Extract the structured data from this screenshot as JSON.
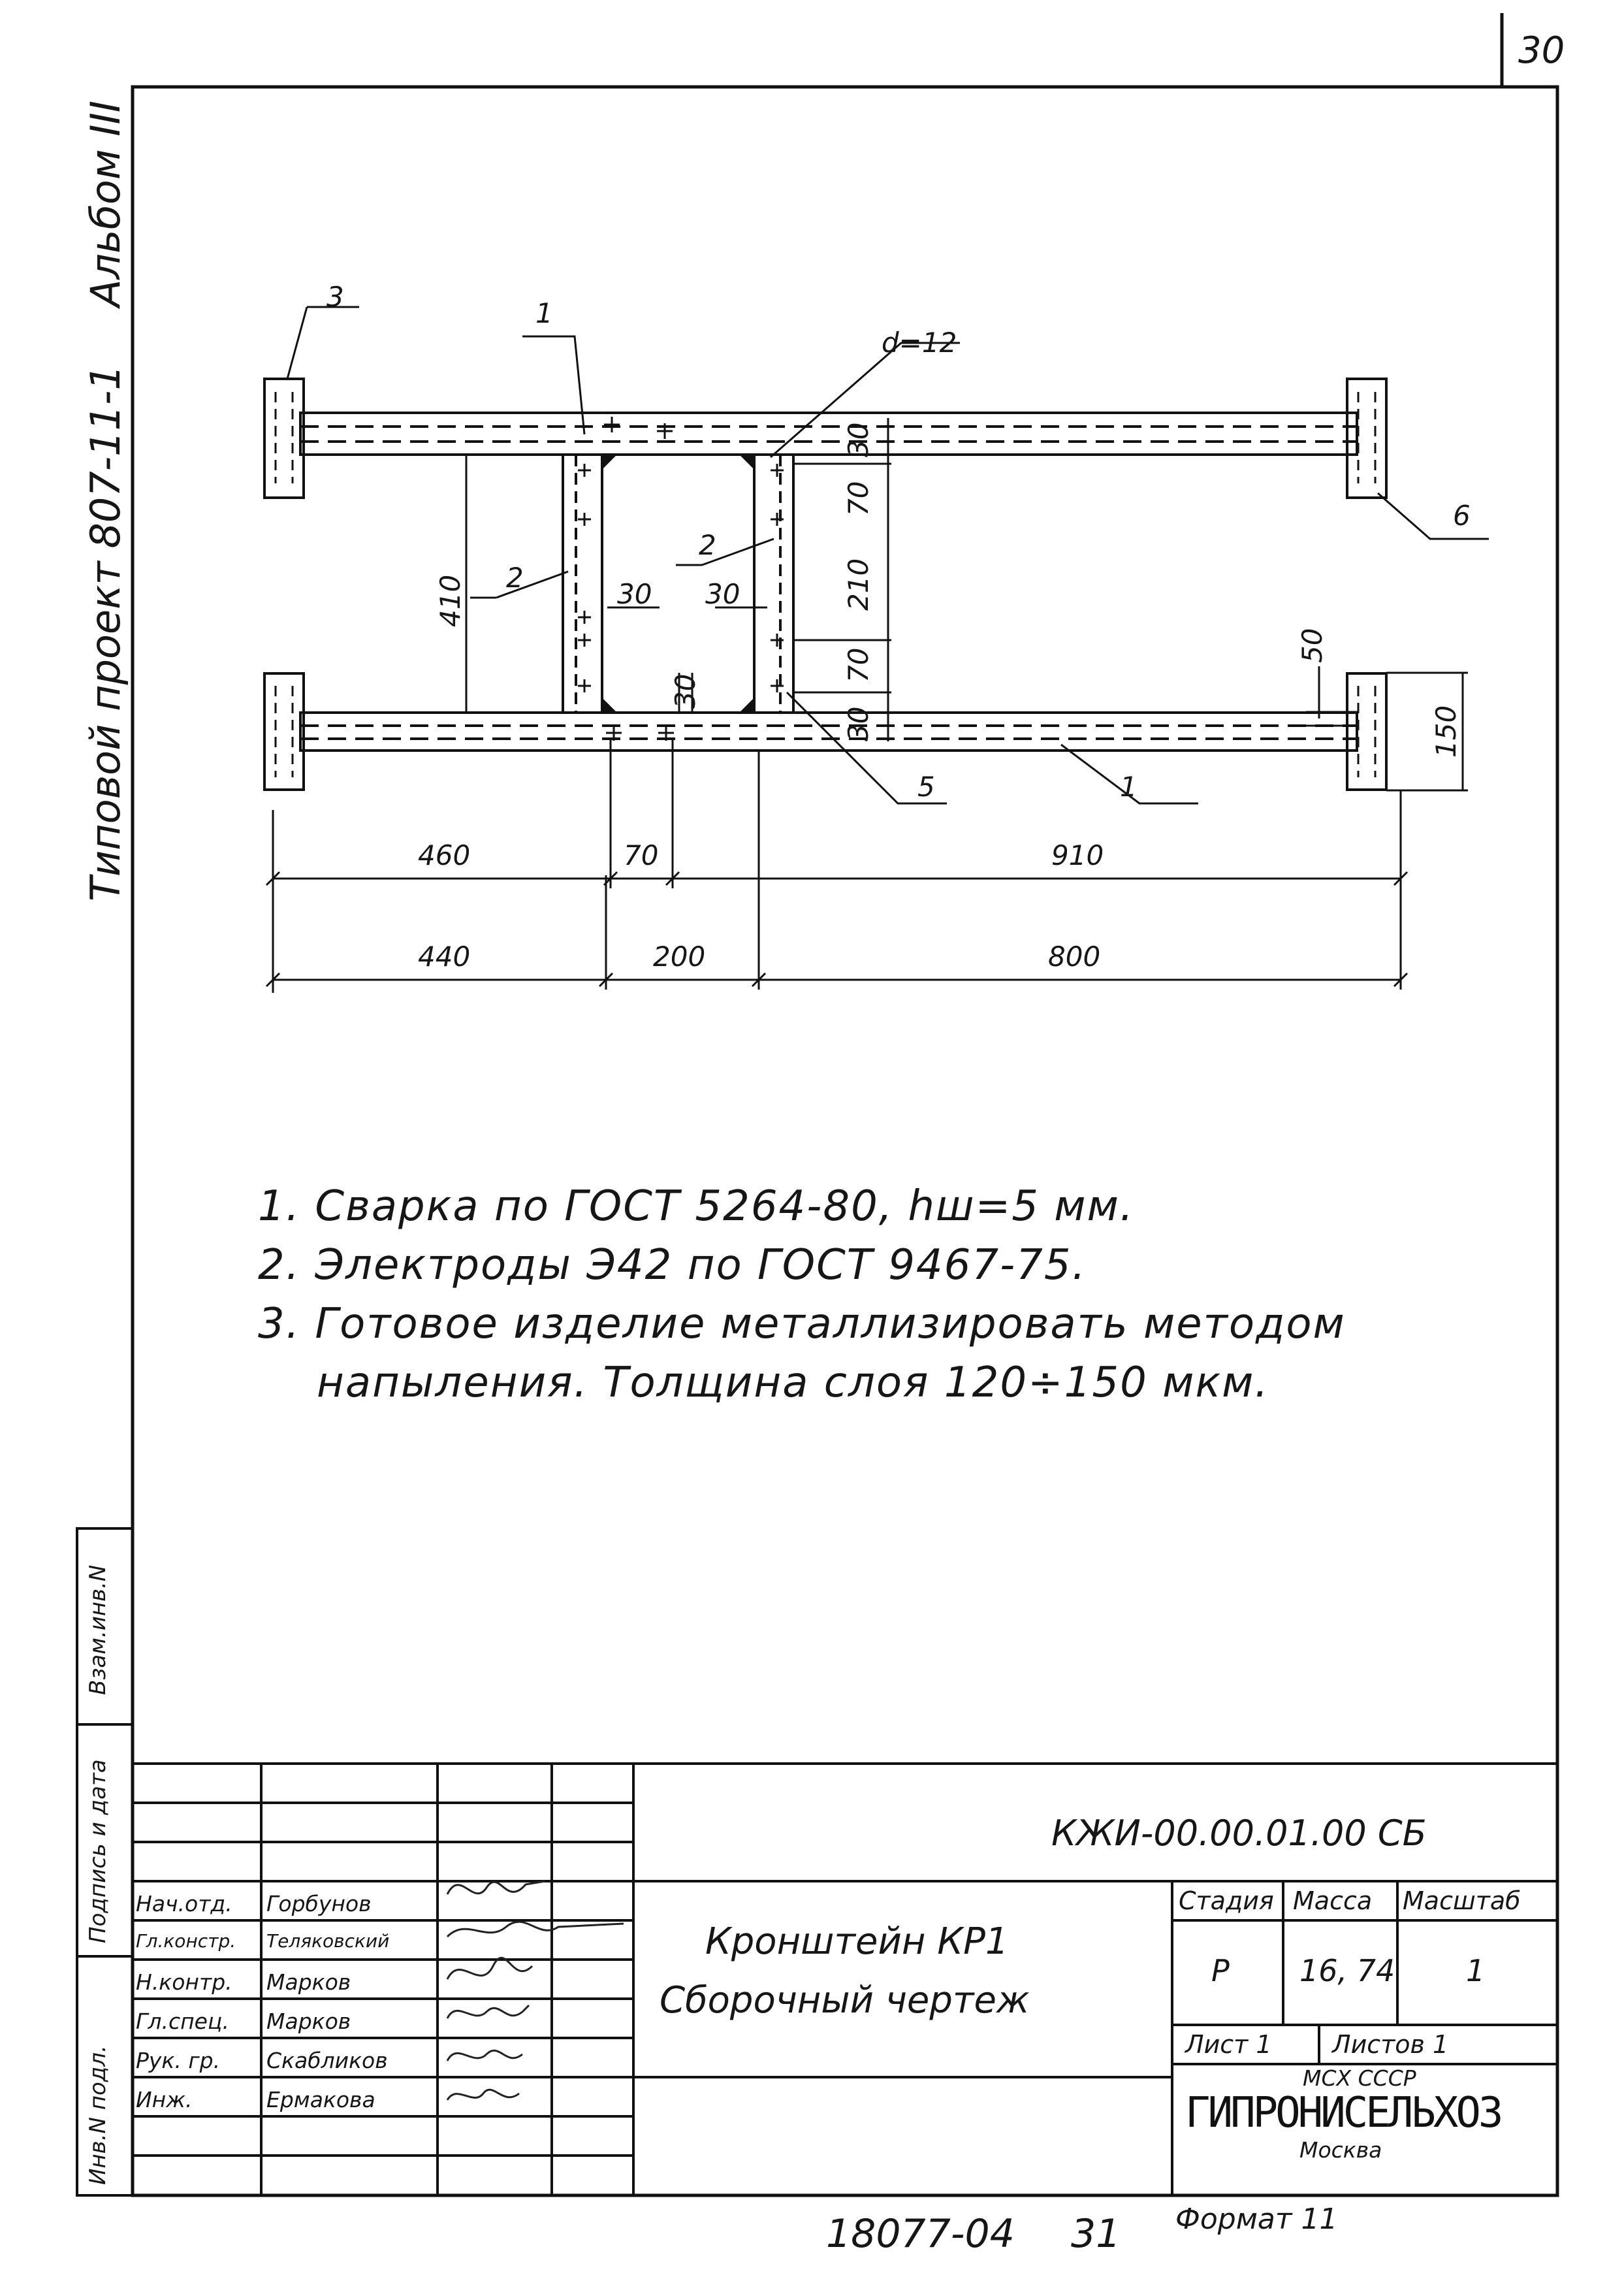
{
  "sheet": {
    "page_number": "30",
    "side_title": "Типовой проект 807-11-1",
    "side_album": "Альбом III"
  },
  "drawing": {
    "callouts": {
      "c1_top": "1",
      "c1_bottom": "1",
      "c2_left": "2",
      "c2_right": "2",
      "c3": "3",
      "c5": "5",
      "c6": "6",
      "hole": "d=12"
    },
    "dims": {
      "h410": "410",
      "w30_a": "30",
      "w30_b": "30",
      "w30_c": "30",
      "v30_top": "30",
      "v70_top": "70",
      "v210": "210",
      "v70_bottom": "70",
      "v30_bottom": "30",
      "v50": "50",
      "v150": "150",
      "d460": "460",
      "d70": "70",
      "d910": "910",
      "d440": "440",
      "d200": "200",
      "d800": "800"
    }
  },
  "notes": [
    "1.  Сварка по ГОСТ 5264-80,  hш=5 мм.",
    "2.  Электроды Э42  по ГОСТ 9467-75.",
    "3.  Готовое изделие металлизировать методом",
    "напыления. Толщина слоя  120÷150 мкм."
  ],
  "left_margin": {
    "vzam": "Взам.инв.N",
    "podpis": "Подпись и дата",
    "inv": "Инв.N подл."
  },
  "title_block": {
    "doc_code": "КЖИ-00.00.01.00 СБ",
    "title_line1": "Кронштейн КР1",
    "title_line2": "Сборочный  чертеж",
    "stage_header": "Стадия",
    "mass_header": "Масса",
    "scale_header": "Масштаб",
    "stage": "Р",
    "mass": "16, 74",
    "scale": "1",
    "sheet": "Лист 1",
    "sheets": "Листов 1",
    "org_top": "МСХ СССР",
    "org": "ГИПРОНИСЕЛЬХОЗ",
    "org_city": "Москва",
    "signers": [
      {
        "role": "Нач.отд.",
        "name": "Горбунов"
      },
      {
        "role": "Гл.констр.",
        "name": "Теляковский"
      },
      {
        "role": "Н.контр.",
        "name": "Марков"
      },
      {
        "role": "Гл.спец.",
        "name": "Марков"
      },
      {
        "role": "Рук. гр.",
        "name": "Скабликов"
      },
      {
        "role": "Инж.",
        "name": "Ермакова"
      }
    ]
  },
  "footer": {
    "number": "18077-04",
    "page": "31",
    "format": "Формат 11"
  }
}
